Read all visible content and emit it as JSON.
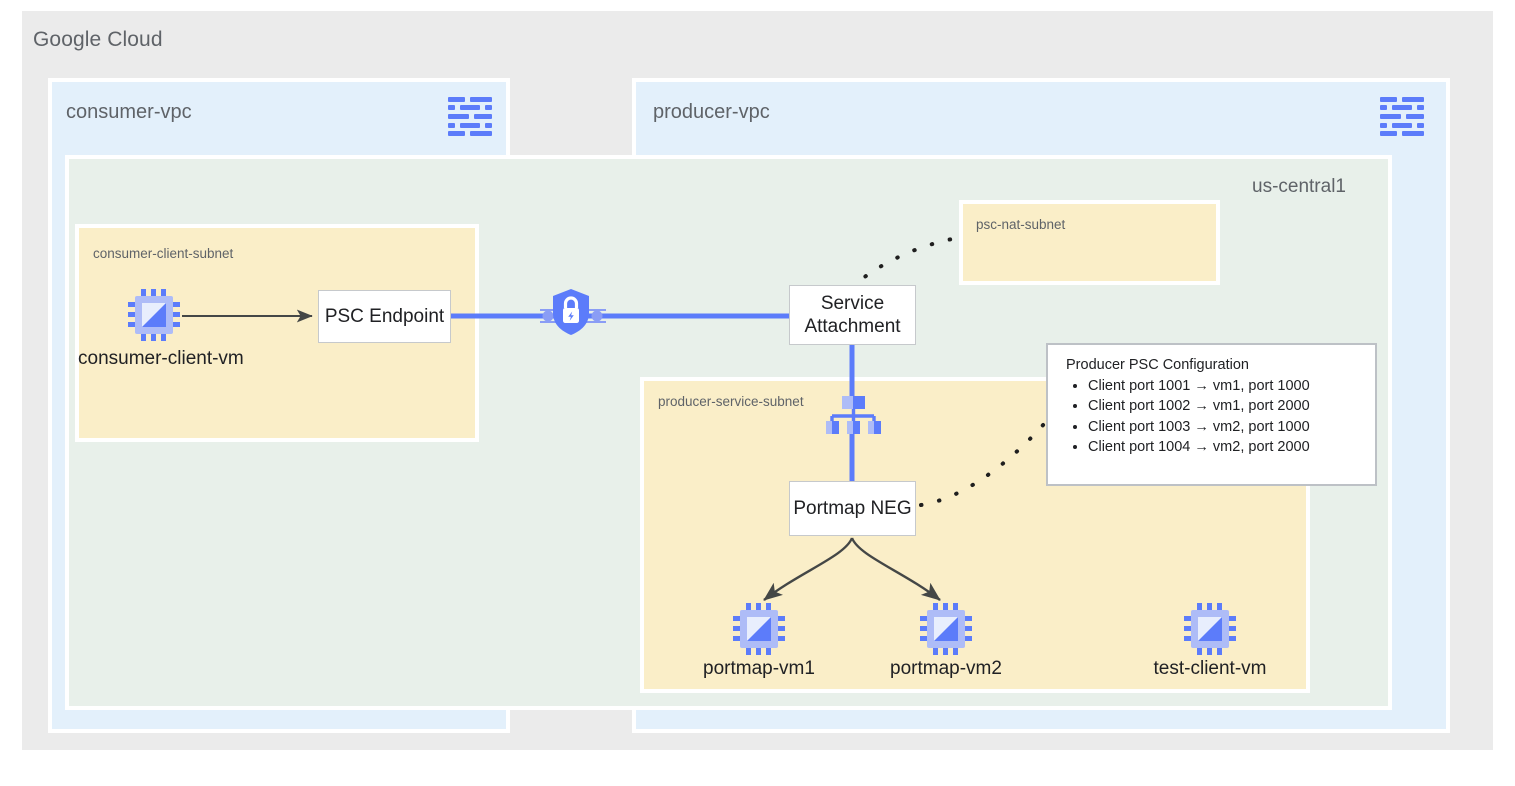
{
  "canvas": {
    "title": "Google Cloud"
  },
  "vpcs": [
    {
      "name": "consumer-vpc",
      "icon": "vpc-network-icon"
    },
    {
      "name": "producer-vpc",
      "icon": "vpc-network-icon"
    }
  ],
  "region": {
    "label": "us-central1"
  },
  "subnets": [
    {
      "label": "consumer-client-subnet"
    },
    {
      "label": "psc-nat-subnet"
    },
    {
      "label": "producer-service-subnet"
    }
  ],
  "nodes": {
    "psc_endpoint": "PSC Endpoint",
    "service_attachment_line1": "Service",
    "service_attachment_line2": "Attachment",
    "portmap_neg": "Portmap NEG"
  },
  "vms": [
    {
      "label": "consumer-client-vm",
      "icon": "compute-engine-icon"
    },
    {
      "label": "portmap-vm1",
      "icon": "compute-engine-icon"
    },
    {
      "label": "portmap-vm2",
      "icon": "compute-engine-icon"
    },
    {
      "label": "test-client-vm",
      "icon": "compute-engine-icon"
    }
  ],
  "icons": {
    "psc_shield_lock": "private-service-connect-icon",
    "load_balancer": "load-balancer-icon"
  },
  "info_card": {
    "title": "Producer PSC Configuration",
    "items": [
      "Client port 1001 → vm1, port 1000",
      "Client port 1002 → vm1, port 2000",
      "Client port 1003 → vm2, port 1000",
      "Client port 1004 → vm2, port 2000"
    ]
  },
  "colors": {
    "canvas_bg": "#ebebeb",
    "vpc_bg": "#e3f0fb",
    "region_bg": "#e8f0ea",
    "subnet_bg": "#faeec8",
    "accent_blue": "#5c7cfa",
    "arrow_gray": "#444746",
    "text_gray": "#5f6368"
  }
}
